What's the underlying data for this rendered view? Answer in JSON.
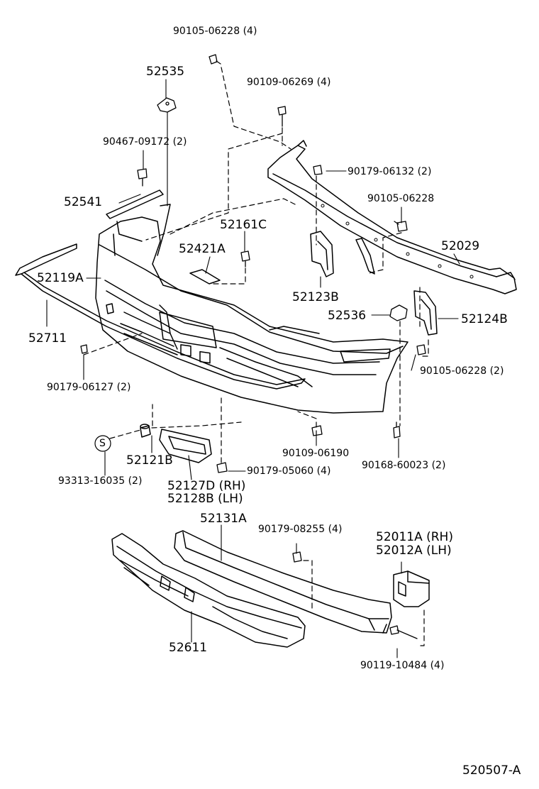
{
  "diagram_id": "520507-A",
  "labels": {
    "l_90105_06228_4": "90105-06228 (4)",
    "l_52535": "52535",
    "l_90109_06269_4": "90109-06269 (4)",
    "l_90467_09172_2": "90467-09172 (2)",
    "l_90179_06132_2": "90179-06132 (2)",
    "l_90105_06228": "90105-06228",
    "l_52541": "52541",
    "l_52161C": "52161C",
    "l_52029": "52029",
    "l_52421A": "52421A",
    "l_52119A": "52119A",
    "l_52123B": "52123B",
    "l_52536": "52536",
    "l_52124B": "52124B",
    "l_52711": "52711",
    "l_90105_06228_2": "90105-06228 (2)",
    "l_90179_06127_2": "90179-06127 (2)",
    "l_circle_s": "S",
    "l_52121B": "52121B",
    "l_90109_06190": "90109-06190",
    "l_90168_60023_2": "90168-60023 (2)",
    "l_90179_05060_4": "90179-05060 (4)",
    "l_93313_16035_2": "93313-16035 (2)",
    "l_52127D_RH": "52127D (RH)",
    "l_52128B_LH": "52128B (LH)",
    "l_52131A": "52131A",
    "l_90179_08255_4": "90179-08255 (4)",
    "l_52011A_RH": "52011A (RH)",
    "l_52012A_LH": "52012A (LH)",
    "l_52611": "52611",
    "l_90119_10484_4": "90119-10484 (4)"
  }
}
